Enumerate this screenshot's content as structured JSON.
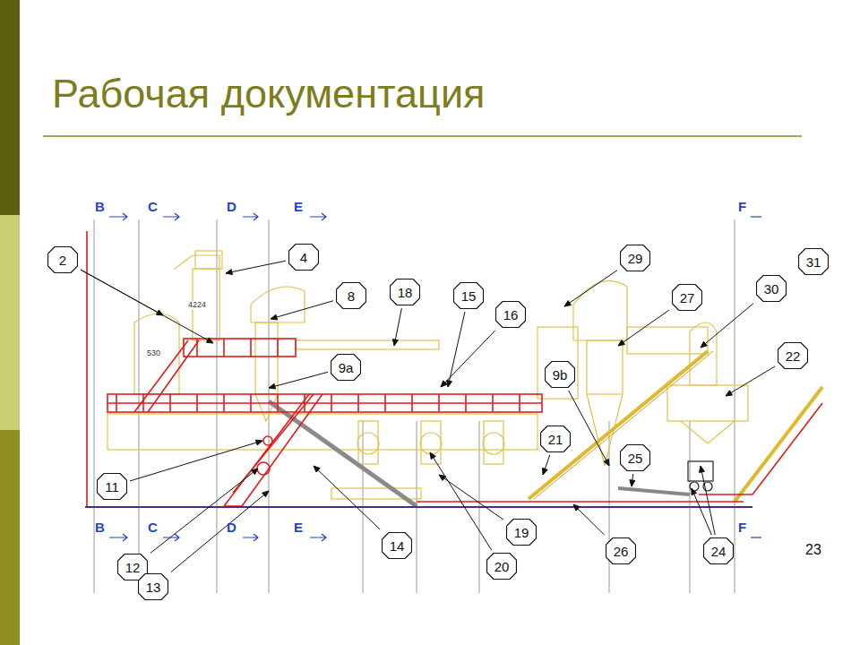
{
  "diagram": {
    "title": "Рабочая документация",
    "nodes": [
      {
        "text": [
          "4"
        ]
      },
      {
        "text": [
          "29"
        ]
      },
      {
        "text": [
          "2"
        ]
      },
      {
        "text": [
          "31"
        ]
      },
      {
        "text": [
          "30"
        ]
      },
      {
        "text": [
          "18"
        ]
      },
      {
        "text": [
          "8"
        ]
      },
      {
        "text": [
          "15"
        ]
      },
      {
        "text": [
          "27"
        ]
      },
      {
        "text": [
          "16"
        ]
      },
      {
        "text": [
          "22"
        ]
      },
      {
        "text": [
          "9a"
        ]
      },
      {
        "text": [
          "9b"
        ]
      },
      {
        "text": [
          "21"
        ]
      },
      {
        "text": [
          "25"
        ]
      },
      {
        "text": [
          "11"
        ]
      },
      {
        "text": [
          "19"
        ]
      },
      {
        "text": [
          "14"
        ]
      },
      {
        "text": [
          "26"
        ]
      },
      {
        "text": [
          "24"
        ]
      },
      {
        "text": [
          "20"
        ]
      },
      {
        "text": [
          "12"
        ]
      },
      {
        "text": [
          "13"
        ]
      }
    ],
    "labels": [
      "B",
      "C",
      "D",
      "E",
      "F",
      "B",
      "C",
      "D",
      "E",
      "F",
      "4224",
      "530",
      "23"
    ]
  }
}
